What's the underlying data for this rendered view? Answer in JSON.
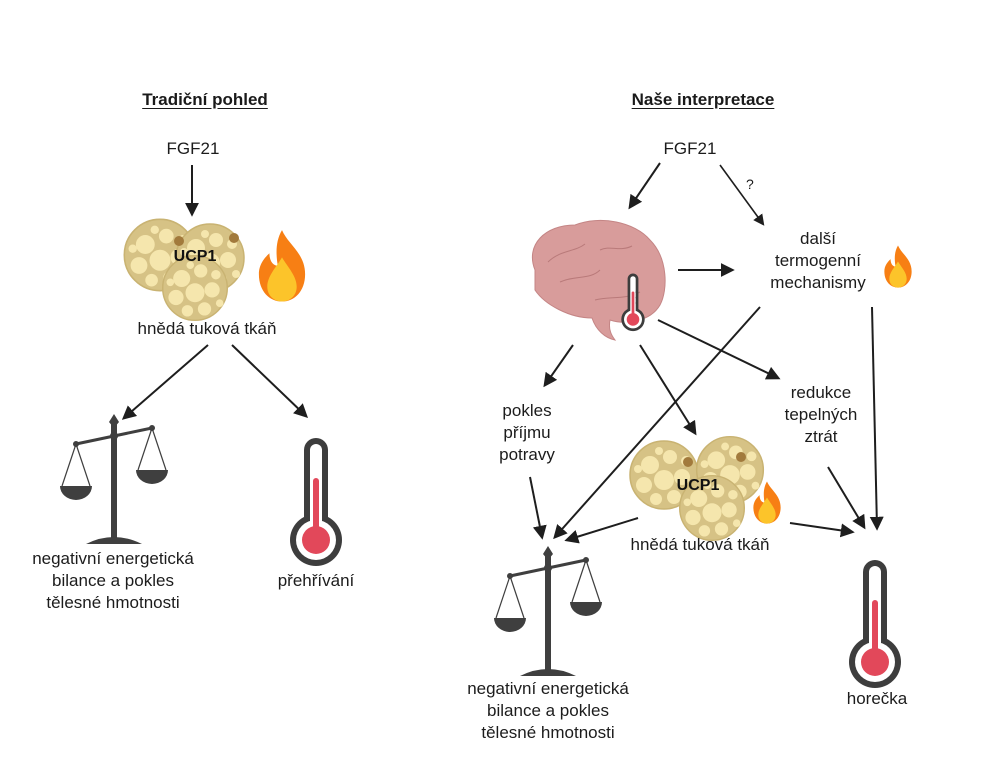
{
  "left_panel": {
    "title": "Tradiční pohled",
    "fgf21": "FGF21",
    "ucp1": "UCP1",
    "bat_label": "hnědá tuková tkáň",
    "outcome_balance": [
      "negativní energetická",
      "bilance a pokles",
      "tělesné hmotnosti"
    ],
    "outcome_heat": "přehřívání"
  },
  "right_panel": {
    "title": "Naše interpretace",
    "fgf21": "FGF21",
    "question_mark": "?",
    "other_mechanisms": [
      "další",
      "termogenní",
      "mechanismy"
    ],
    "food_intake": [
      "pokles",
      "příjmu",
      "potravy"
    ],
    "heat_loss": [
      "redukce",
      "tepelných",
      "ztrát"
    ],
    "ucp1": "UCP1",
    "bat_label": "hnědá tuková tkáň",
    "outcome_balance": [
      "negativní energetická",
      "bilance a pokles",
      "tělesné hmotnosti"
    ],
    "outcome_fever": "horečka"
  },
  "colors": {
    "arrow": "#1e1e1e",
    "fat_cell": "#d9c48a",
    "fat_droplet": "#f6e7b0",
    "nucleus": "#a27a3c",
    "flame_outer": "#f77f14",
    "flame_inner": "#fcc42a",
    "thermometer_body": "#3d3d3d",
    "mercury": "#e2485a",
    "brain": "#d99a9a",
    "scale": "#3f3f3f"
  }
}
